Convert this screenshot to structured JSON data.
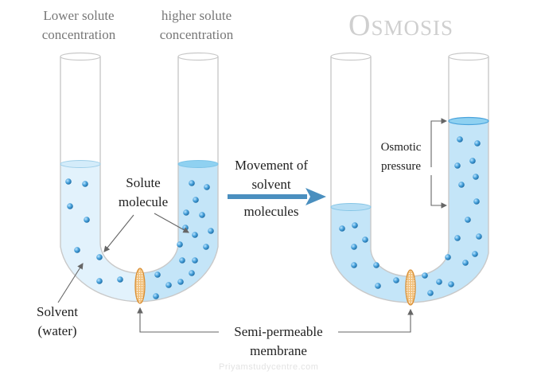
{
  "title": "Osmosis",
  "labels": {
    "lower_solute_line1": "Lower solute",
    "lower_solute_line2": "concentration",
    "higher_solute_line1": "higher solute",
    "higher_solute_line2": "concentration",
    "solute_line1": "Solute",
    "solute_line2": "molecule",
    "solvent_line1": "Solvent",
    "solvent_line2": "(water)",
    "movement_line1": "Movement of",
    "movement_line2": "solvent",
    "movement_line3": "molecules",
    "osmotic_line1": "Osmotic",
    "osmotic_line2": "pressure",
    "membrane_line1": "Semi-permeable",
    "membrane_line2": "membrane"
  },
  "watermark": "Priyamstudycentre.com",
  "colors": {
    "solvent_light": "#dff0fb",
    "solution": "#bfe3f7",
    "solution_surface": "#8fd0f0",
    "molecule": "#3c97d3",
    "membrane": "#e8a24a",
    "arrow": "#4a8fbf",
    "tube_outline": "#c8c8c8"
  }
}
